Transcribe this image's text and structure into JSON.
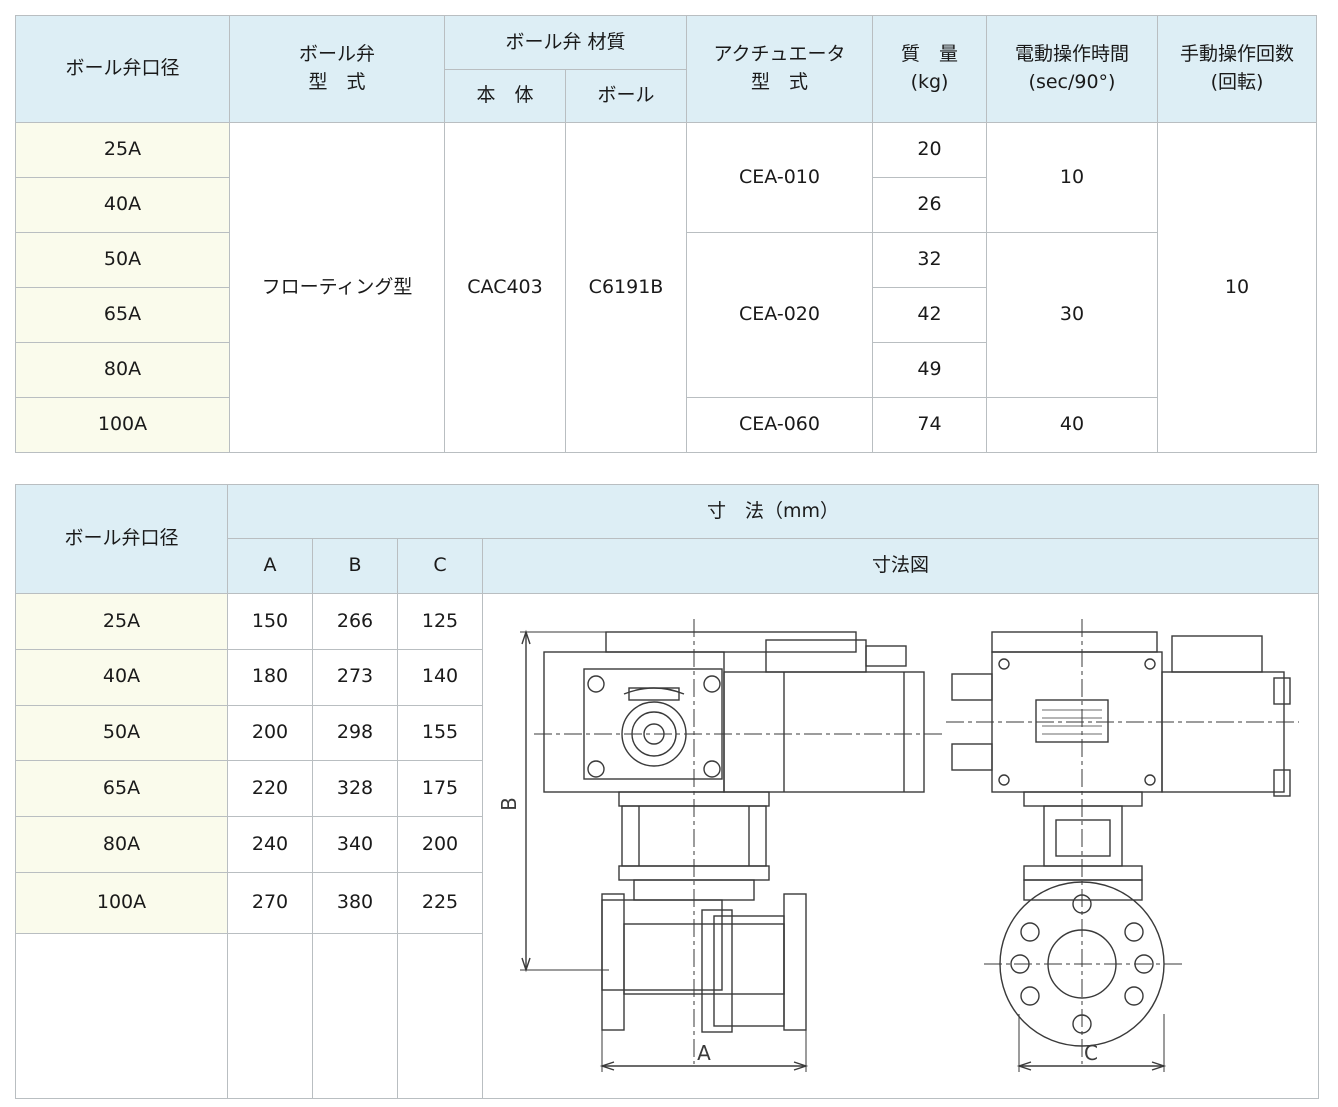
{
  "spec_table": {
    "headers": {
      "bore": "ボール弁口径",
      "valve_type_line1": "ボール弁",
      "valve_type_line2": "型　式",
      "material": "ボール弁 材質",
      "body": "本　体",
      "ball": "ボール",
      "actuator_line1": "アクチュエータ",
      "actuator_line2": "型　式",
      "mass_line1": "質　量",
      "mass_line2": "(kg)",
      "elec_time_line1": "電動操作時間",
      "elec_time_line2": "(sec/90°)",
      "manual_line1": "手動操作回数",
      "manual_line2": "(回転)"
    },
    "bores": [
      "25A",
      "40A",
      "50A",
      "65A",
      "80A",
      "100A"
    ],
    "valve_type": "フローティング型",
    "body_material": "CAC403",
    "ball_material": "C6191B",
    "actuators": [
      "CEA-010",
      "CEA-020",
      "CEA-060"
    ],
    "masses": [
      "20",
      "26",
      "32",
      "42",
      "49",
      "74"
    ],
    "elec_times": [
      "10",
      "30",
      "40"
    ],
    "manual_turns": "10"
  },
  "dim_table": {
    "headers": {
      "bore": "ボール弁口径",
      "dimensions": "寸　法（mm）",
      "a": "A",
      "b": "B",
      "c": "C",
      "drawing": "寸法図"
    },
    "rows": [
      {
        "bore": "25A",
        "a": "150",
        "b": "266",
        "c": "125"
      },
      {
        "bore": "40A",
        "a": "180",
        "b": "273",
        "c": "140"
      },
      {
        "bore": "50A",
        "a": "200",
        "b": "298",
        "c": "155"
      },
      {
        "bore": "65A",
        "a": "220",
        "b": "328",
        "c": "175"
      },
      {
        "bore": "80A",
        "a": "240",
        "b": "340",
        "c": "200"
      },
      {
        "bore": "100A",
        "a": "270",
        "b": "380",
        "c": "225"
      }
    ],
    "drawing_labels": {
      "a": "A",
      "b": "B",
      "c": "C"
    }
  }
}
